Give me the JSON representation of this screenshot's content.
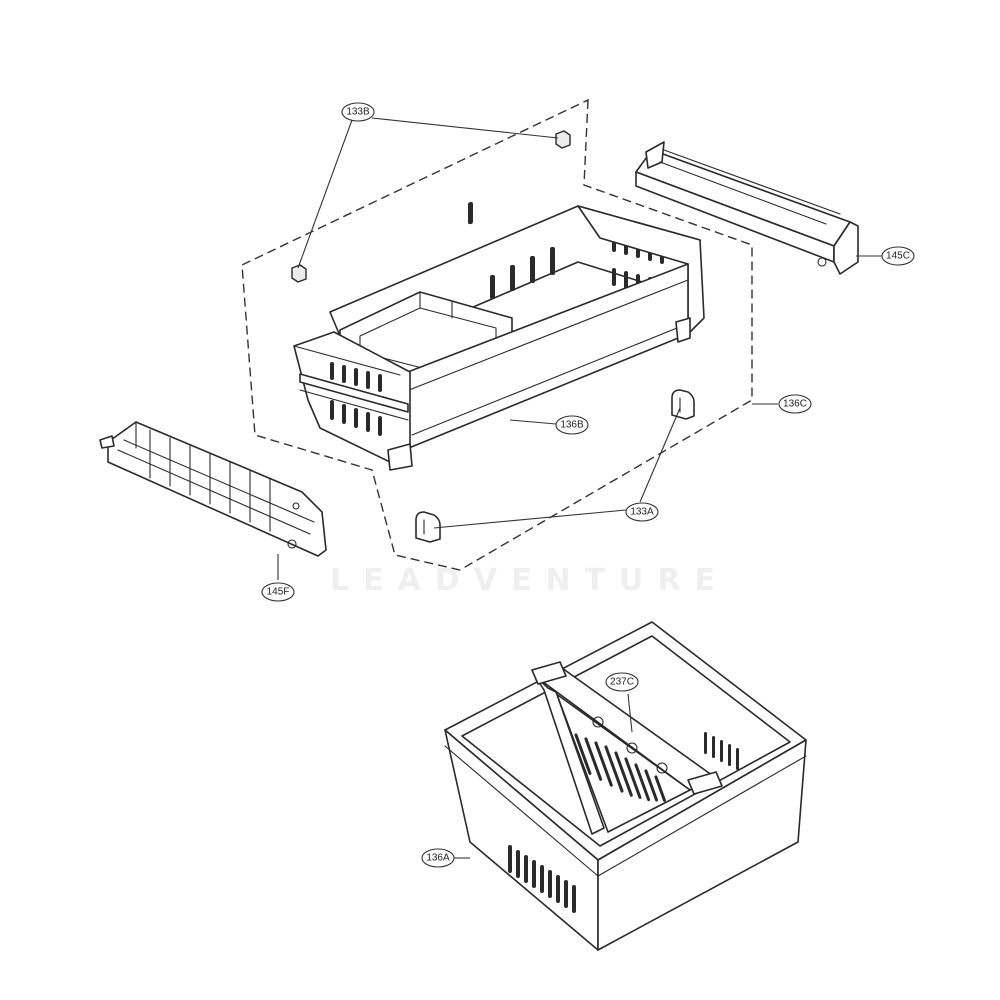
{
  "watermark": "LEADVENTURE",
  "callouts": {
    "c133B": "133B",
    "c145C": "145C",
    "c136C": "136C",
    "c136B": "136B",
    "c133A": "133A",
    "c145F": "145F",
    "c237C": "237C",
    "c136A": "136A"
  },
  "colors": {
    "line": "#2a2a2a",
    "background": "#ffffff"
  }
}
